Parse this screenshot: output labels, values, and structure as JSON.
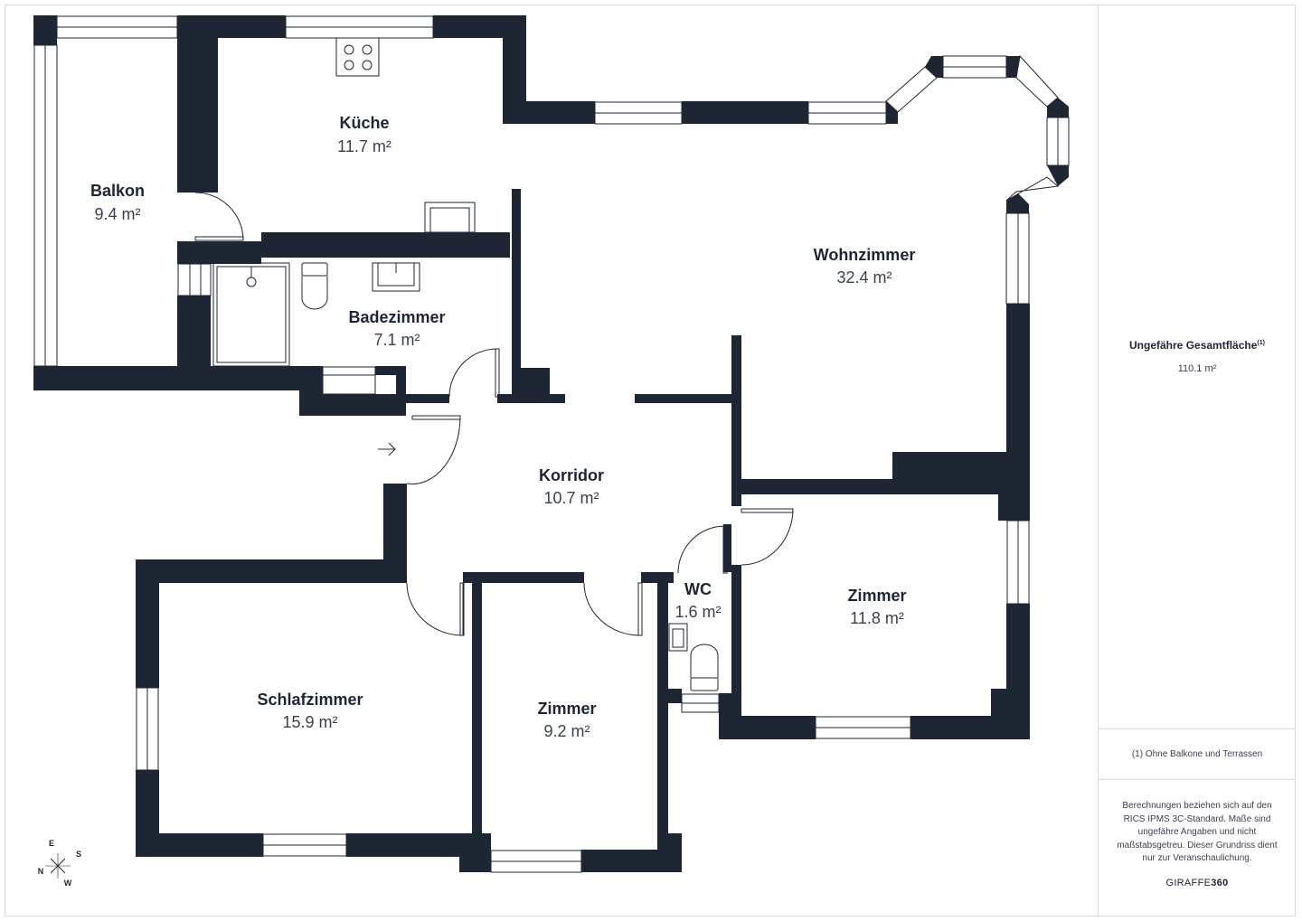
{
  "rooms": {
    "balkon": {
      "name": "Balkon",
      "area": "9.4 m²"
    },
    "kueche": {
      "name": "Küche",
      "area": "11.7 m²"
    },
    "wohnzimmer": {
      "name": "Wohnzimmer",
      "area": "32.4 m²"
    },
    "badezimmer": {
      "name": "Badezimmer",
      "area": "7.1 m²"
    },
    "korridor": {
      "name": "Korridor",
      "area": "10.7 m²"
    },
    "wc": {
      "name": "WC",
      "area": "1.6 m²"
    },
    "zimmer_right": {
      "name": "Zimmer",
      "area": "11.8 m²"
    },
    "schlafzimmer": {
      "name": "Schlafzimmer",
      "area": "15.9 m²"
    },
    "zimmer_mid": {
      "name": "Zimmer",
      "area": "9.2 m²"
    }
  },
  "compass": {
    "e": "E",
    "s": "S",
    "n": "N",
    "w": "W"
  },
  "panel": {
    "total_label": "Ungefähre Gesamtfläche",
    "total_marker": "(1)",
    "total_value": "110.1 m²",
    "footnote": "(1) Ohne Balkone und Terrassen",
    "disclaimer": "Berechnungen beziehen sich auf den RICS IPMS 3C-Standard. Maße sind ungefähre Angaben und nicht maßstabsgetreu. Dieser Grundriss dient nur zur Veranschaulichung.",
    "brand_light": "GIRAFFE",
    "brand_bold": "360"
  },
  "colors": {
    "wall": "#1e2533",
    "window_line": "#1e2533",
    "background": "#ffffff",
    "divider": "#d8d8d8"
  }
}
